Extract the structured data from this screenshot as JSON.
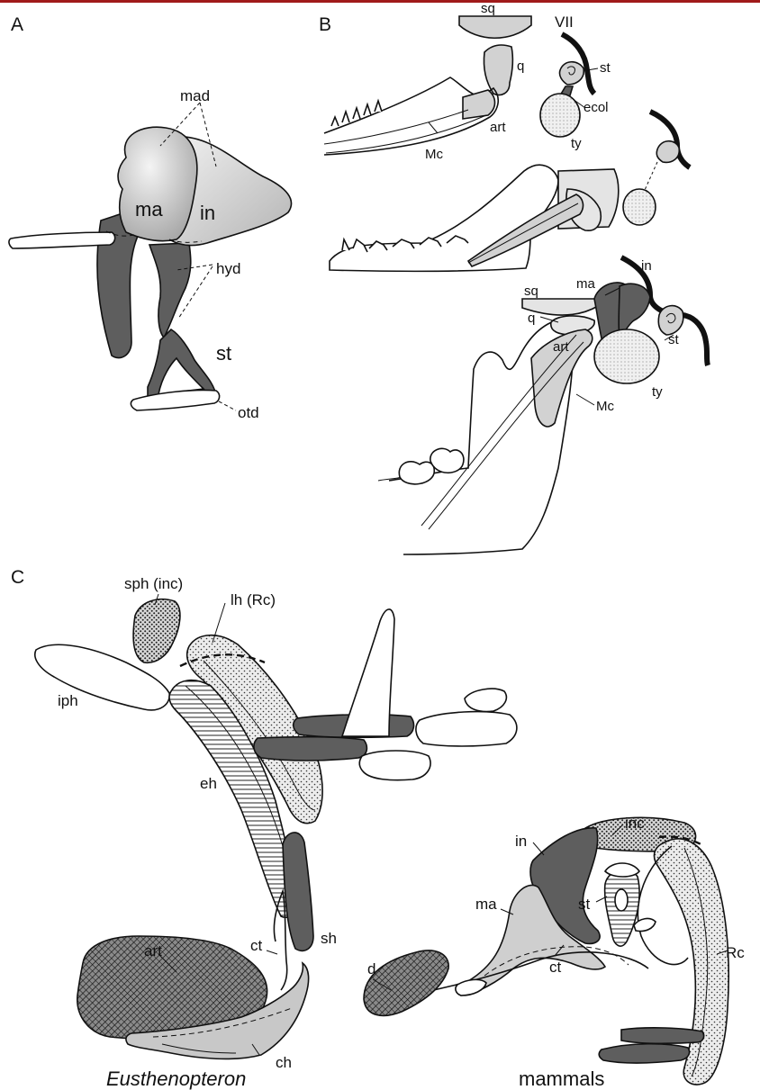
{
  "panels": {
    "a": "A",
    "b": "B",
    "c": "C"
  },
  "panel_a": {
    "mad": "mad",
    "ma": "ma",
    "in": "in",
    "hyd": "hyd",
    "st": "st",
    "otd": "otd"
  },
  "panel_b": {
    "sq": "sq",
    "vii": "VII",
    "q": "q",
    "st": "st",
    "ecol": "ecol",
    "art": "art",
    "ty": "ty",
    "mc": "Mc",
    "in": "in",
    "ma": "ma",
    "sq2": "sq",
    "q2": "q",
    "st2": "st",
    "art2": "art",
    "ty2": "ty",
    "mc2": "Mc"
  },
  "panel_c": {
    "sph": "sph (inc)",
    "lh": "lh (Rc)",
    "iph": "iph",
    "eh": "eh",
    "art": "art",
    "ct": "ct",
    "sh": "sh",
    "ch": "ch",
    "inc": "inc",
    "in": "in",
    "ma": "ma",
    "st": "st",
    "d": "d",
    "ct2": "ct",
    "rc": "Rc",
    "caption_left": "Eusthenopteron",
    "caption_right": "mammals"
  },
  "colors": {
    "topbar": "#a01a1a",
    "dark_bone": "#5e5e5e",
    "light_bone": "#d2d2d2"
  }
}
